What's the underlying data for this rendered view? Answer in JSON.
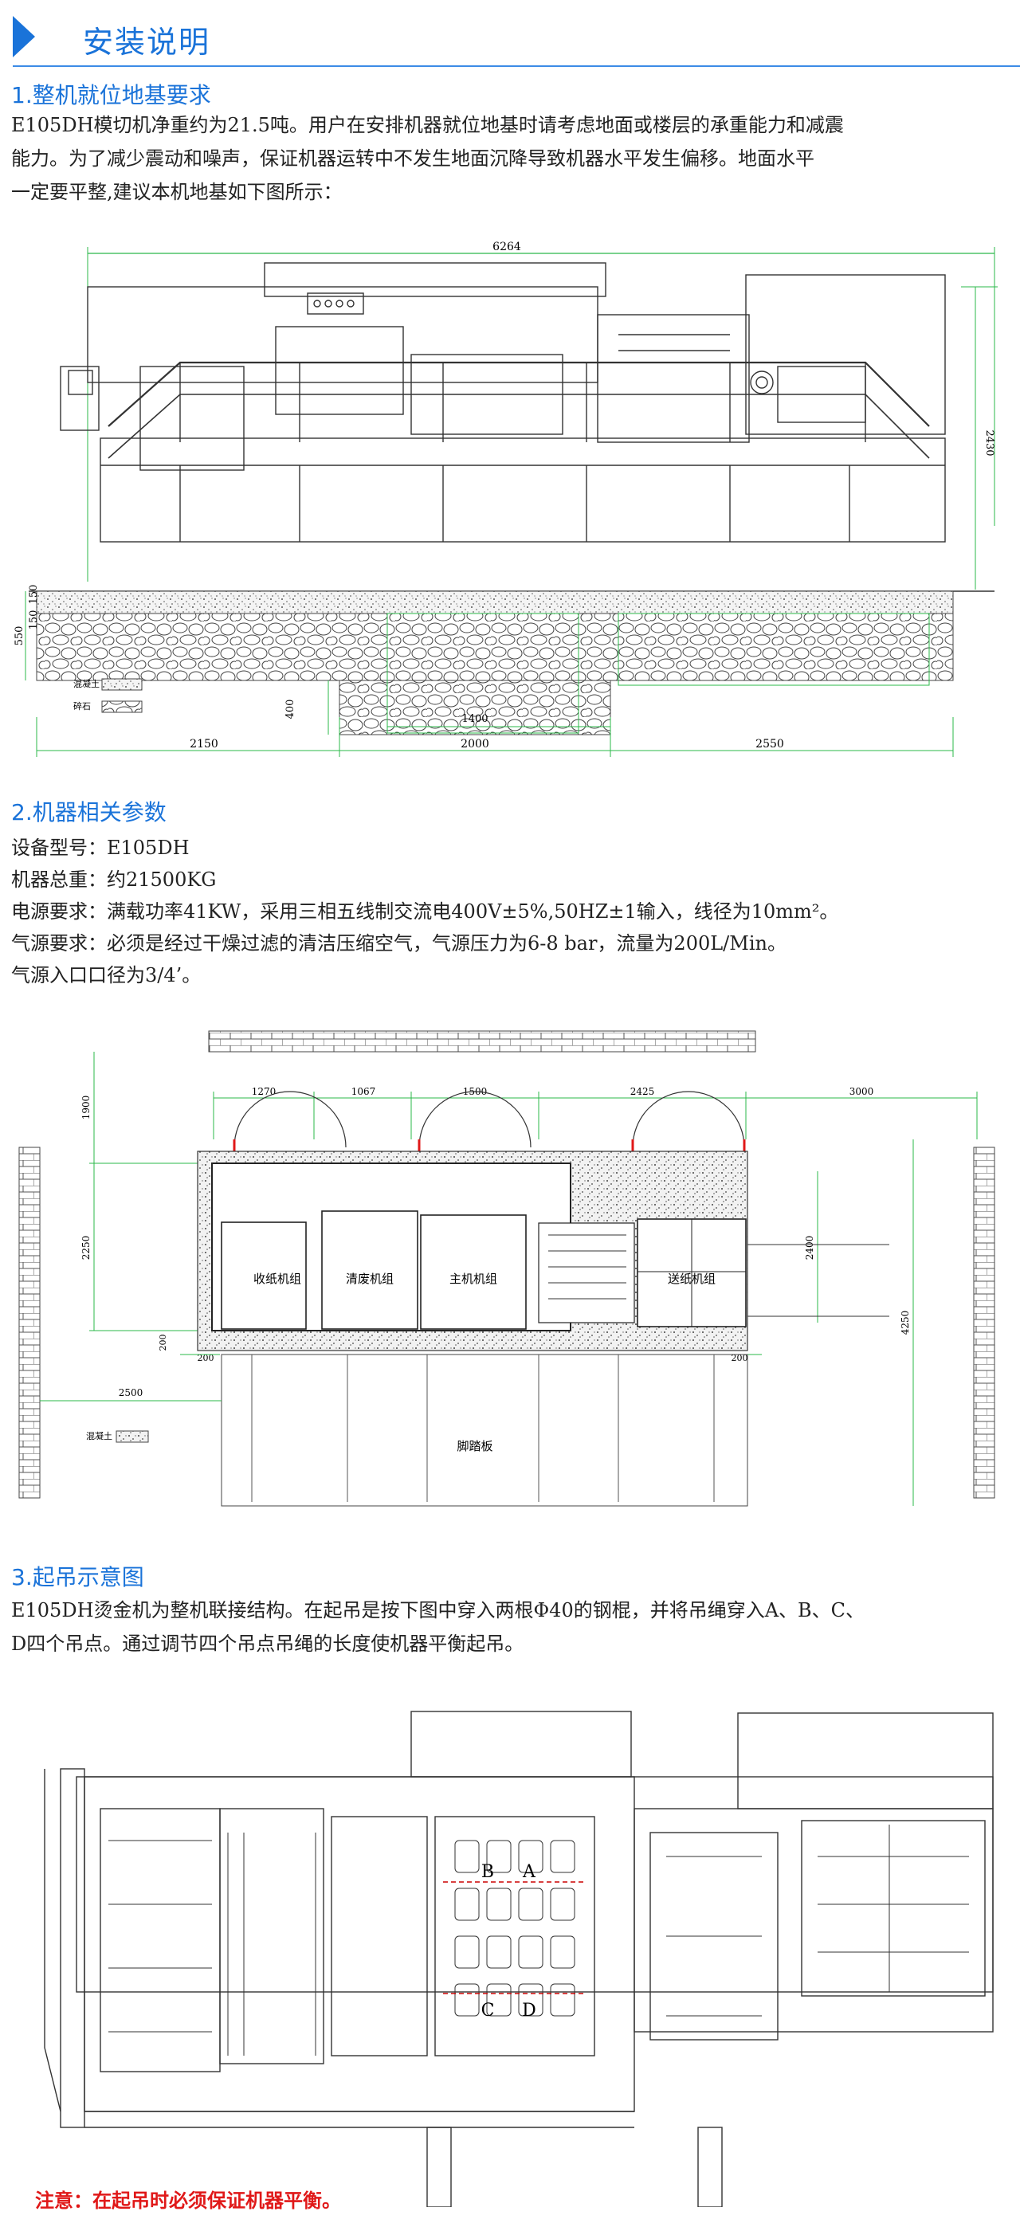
{
  "header": {
    "title": "安装说明"
  },
  "section1": {
    "title": "1.整机就位地基要求",
    "lines": [
      "E105DH模切机净重约为21.5吨。用户在安排机器就位地基时请考虑地面或楼层的承重能力和减震",
      "能力。为了减少震动和噪声，保证机器运转中不发生地面沉降导致机器水平发生偏移。地面水平",
      "一定要平整,建议本机地基如下图所示："
    ],
    "figure": {
      "dim_total": "6264",
      "dim_height": "2430",
      "dim_550": "550",
      "dim_150a": "150",
      "dim_150b": "150",
      "dim_400": "400",
      "dim_1400": "1400",
      "dim_2150": "2150",
      "dim_2000": "2000",
      "dim_2550": "2550",
      "legend_concrete": "混凝土",
      "legend_gravel": "碎石"
    }
  },
  "section2": {
    "title": "2.机器相关参数",
    "lines": [
      "设备型号：E105DH",
      "机器总重：约21500KG",
      "电源要求：满载功率41KW，采用三相五线制交流电400V±5%,50HZ±1输入，线径为10mm²。",
      "气源要求：必须是经过干燥过滤的清洁压缩空气，气源压力为6-8 bar，流量为200L/Min。",
      "气源入口口径为3/4’。"
    ],
    "figure": {
      "d1270": "1270",
      "d1067": "1067",
      "d1500": "1500",
      "d2425": "2425",
      "d3000": "3000",
      "d1900": "1900",
      "d2250": "2250",
      "d2400": "2400",
      "d4250": "4250",
      "d200a": "200",
      "d200b": "200",
      "d200c": "200",
      "d2500": "2500",
      "unit_delivery": "收纸机组",
      "unit_stripping": "清废机组",
      "unit_main": "主机机组",
      "unit_feeder": "送纸机组",
      "footboard": "脚踏板",
      "legend_concrete": "混凝土"
    }
  },
  "section3": {
    "title": "3.起吊示意图",
    "lines": [
      "E105DH烫金机为整机联接结构。在起吊是按下图中穿入两根Φ40的钢棍，并将吊绳穿入A、B、C、",
      "D四个吊点。通过调节四个吊点吊绳的长度使机器平衡起吊。"
    ],
    "figure": {
      "point_a": "A",
      "point_b": "B",
      "point_c": "C",
      "point_d": "D"
    }
  },
  "note": "注意：在起吊时必须保证机器平衡。"
}
